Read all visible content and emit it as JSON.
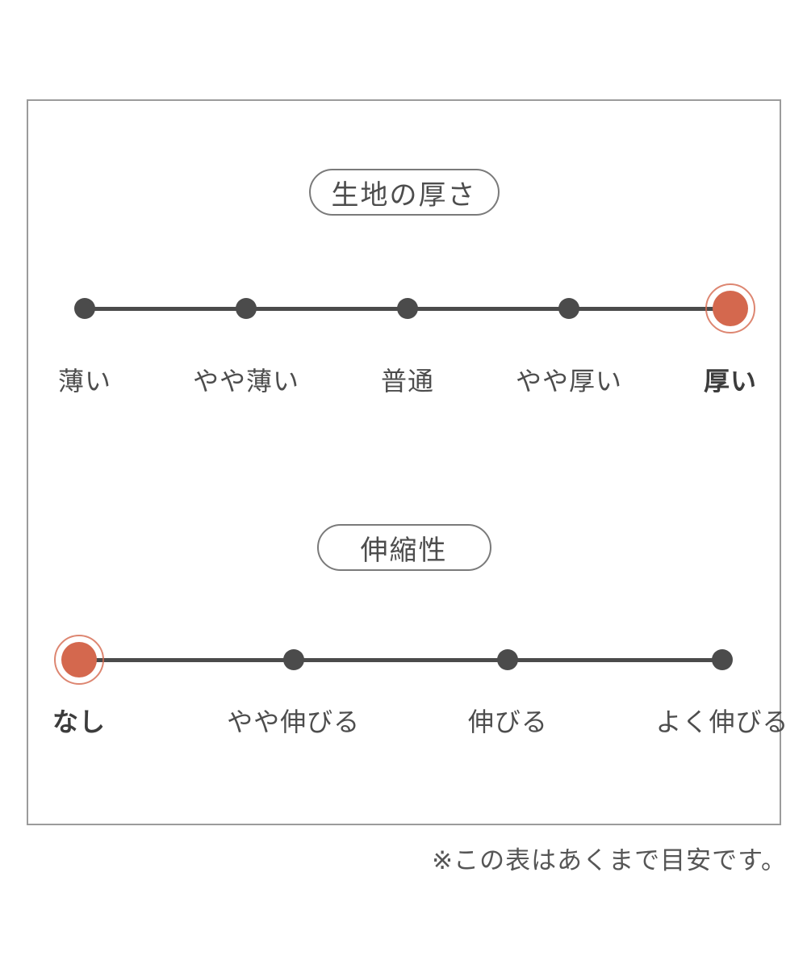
{
  "footer_note": "※この表はあくまで目安です。",
  "colors": {
    "accent": "#d4684e",
    "ink": "#4b4b4b",
    "text": "#4d4d4d",
    "frame_border": "#9b9b9b",
    "pill_border": "#7a7a7a"
  },
  "chart_data": [
    {
      "type": "rating-scale",
      "title": "生地の厚さ",
      "levels": [
        "薄い",
        "やや薄い",
        "普通",
        "やや厚い",
        "厚い"
      ],
      "selected_index": 4,
      "selected_level": "厚い",
      "positions_pct": [
        0,
        25,
        50,
        75,
        100
      ]
    },
    {
      "type": "rating-scale",
      "title": "伸縮性",
      "levels": [
        "なし",
        "やや伸びる",
        "伸びる",
        "よく伸びる"
      ],
      "selected_index": 0,
      "selected_level": "なし",
      "positions_pct": [
        0,
        33.33,
        66.67,
        100
      ]
    }
  ]
}
